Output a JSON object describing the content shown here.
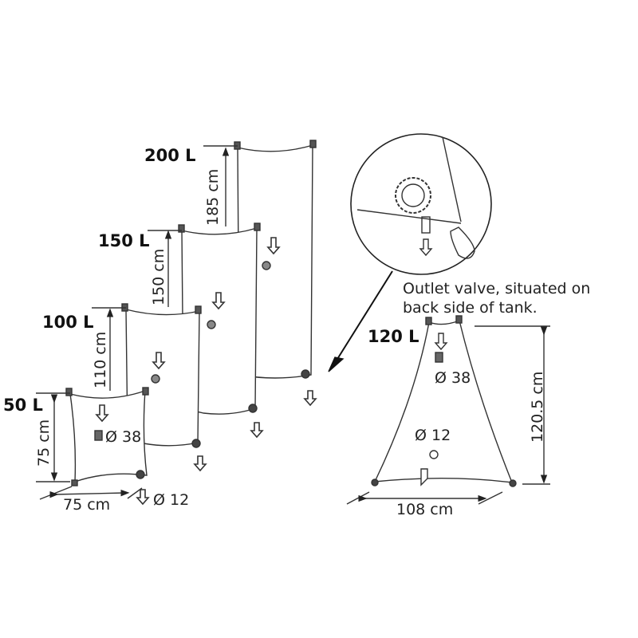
{
  "tanks": [
    {
      "volume": "200 L",
      "height": "185 cm"
    },
    {
      "volume": "150 L",
      "height": "150 cm"
    },
    {
      "volume": "100 L",
      "height": "110 cm"
    },
    {
      "volume": "50 L",
      "height": "75 cm",
      "width": "75 cm",
      "inlet_diameter": "Ø 38",
      "outlet_diameter": "Ø 12"
    }
  ],
  "pyramid_tank": {
    "volume": "120 L",
    "height": "120.5 cm",
    "width": "108 cm",
    "inlet_diameter": "Ø 38",
    "outlet_diameter": "Ø 12"
  },
  "callout": {
    "line1": "Outlet valve, situated on",
    "line2": "back side of tank."
  }
}
